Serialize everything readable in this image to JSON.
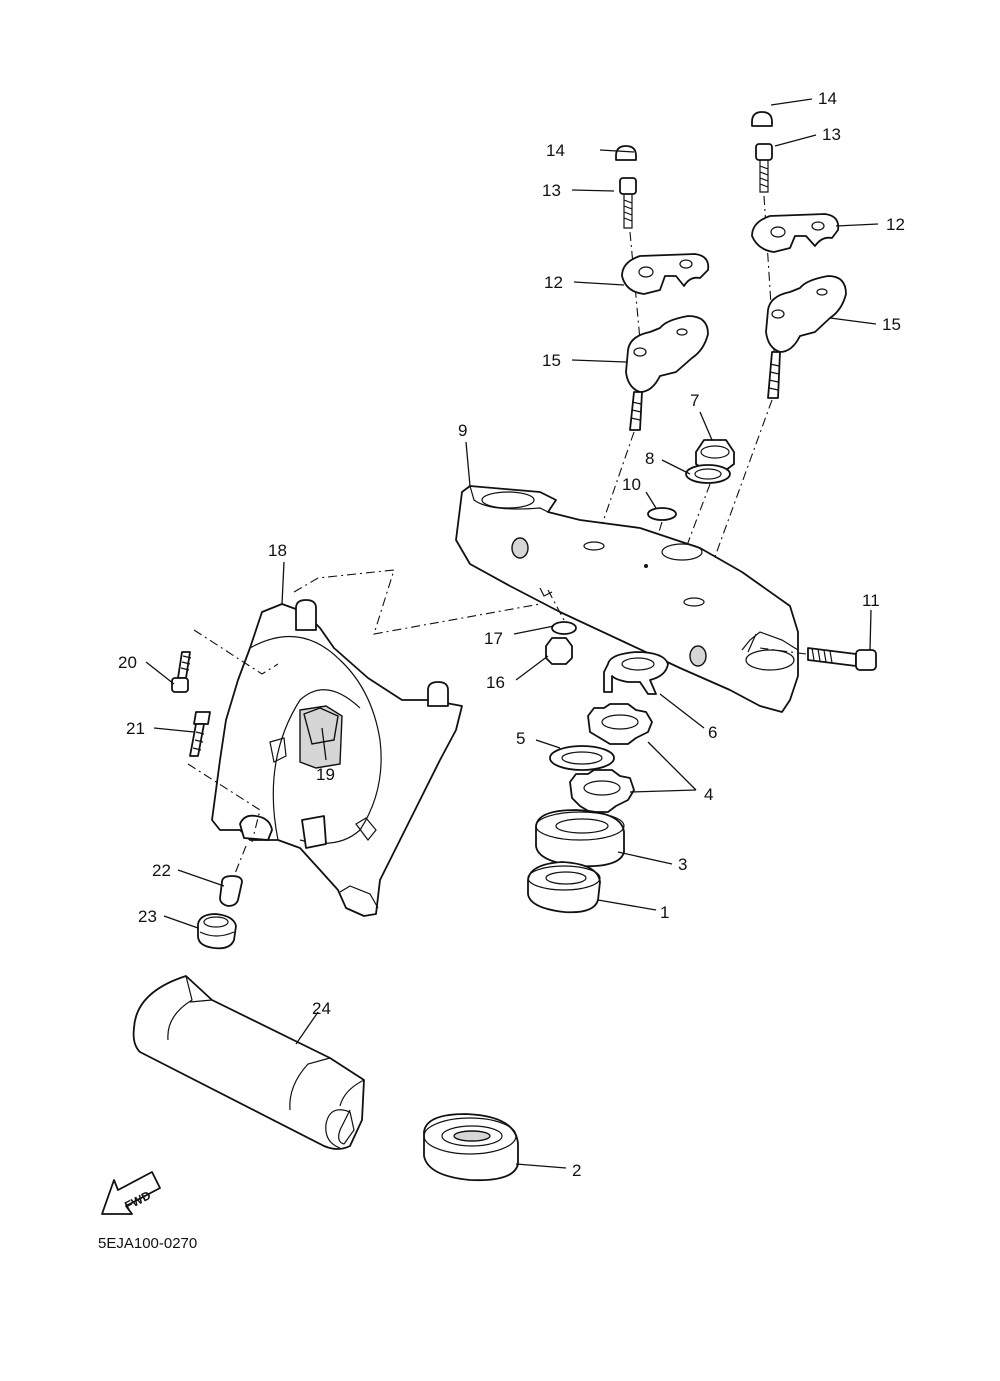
{
  "diagram": {
    "drawing_code": "5EJA100-0270",
    "direction_label": "FWD",
    "callouts": [
      {
        "label": "1"
      },
      {
        "label": "2"
      },
      {
        "label": "3"
      },
      {
        "label": "4"
      },
      {
        "label": "5"
      },
      {
        "label": "6"
      },
      {
        "label": "7"
      },
      {
        "label": "8"
      },
      {
        "label": "9"
      },
      {
        "label": "10"
      },
      {
        "label": "11"
      },
      {
        "label": "12"
      },
      {
        "label": "12"
      },
      {
        "label": "13"
      },
      {
        "label": "13"
      },
      {
        "label": "14"
      },
      {
        "label": "14"
      },
      {
        "label": "15"
      },
      {
        "label": "15"
      },
      {
        "label": "16"
      },
      {
        "label": "17"
      },
      {
        "label": "18"
      },
      {
        "label": "19"
      },
      {
        "label": "20"
      },
      {
        "label": "21"
      },
      {
        "label": "22"
      },
      {
        "label": "23"
      },
      {
        "label": "24"
      }
    ]
  }
}
